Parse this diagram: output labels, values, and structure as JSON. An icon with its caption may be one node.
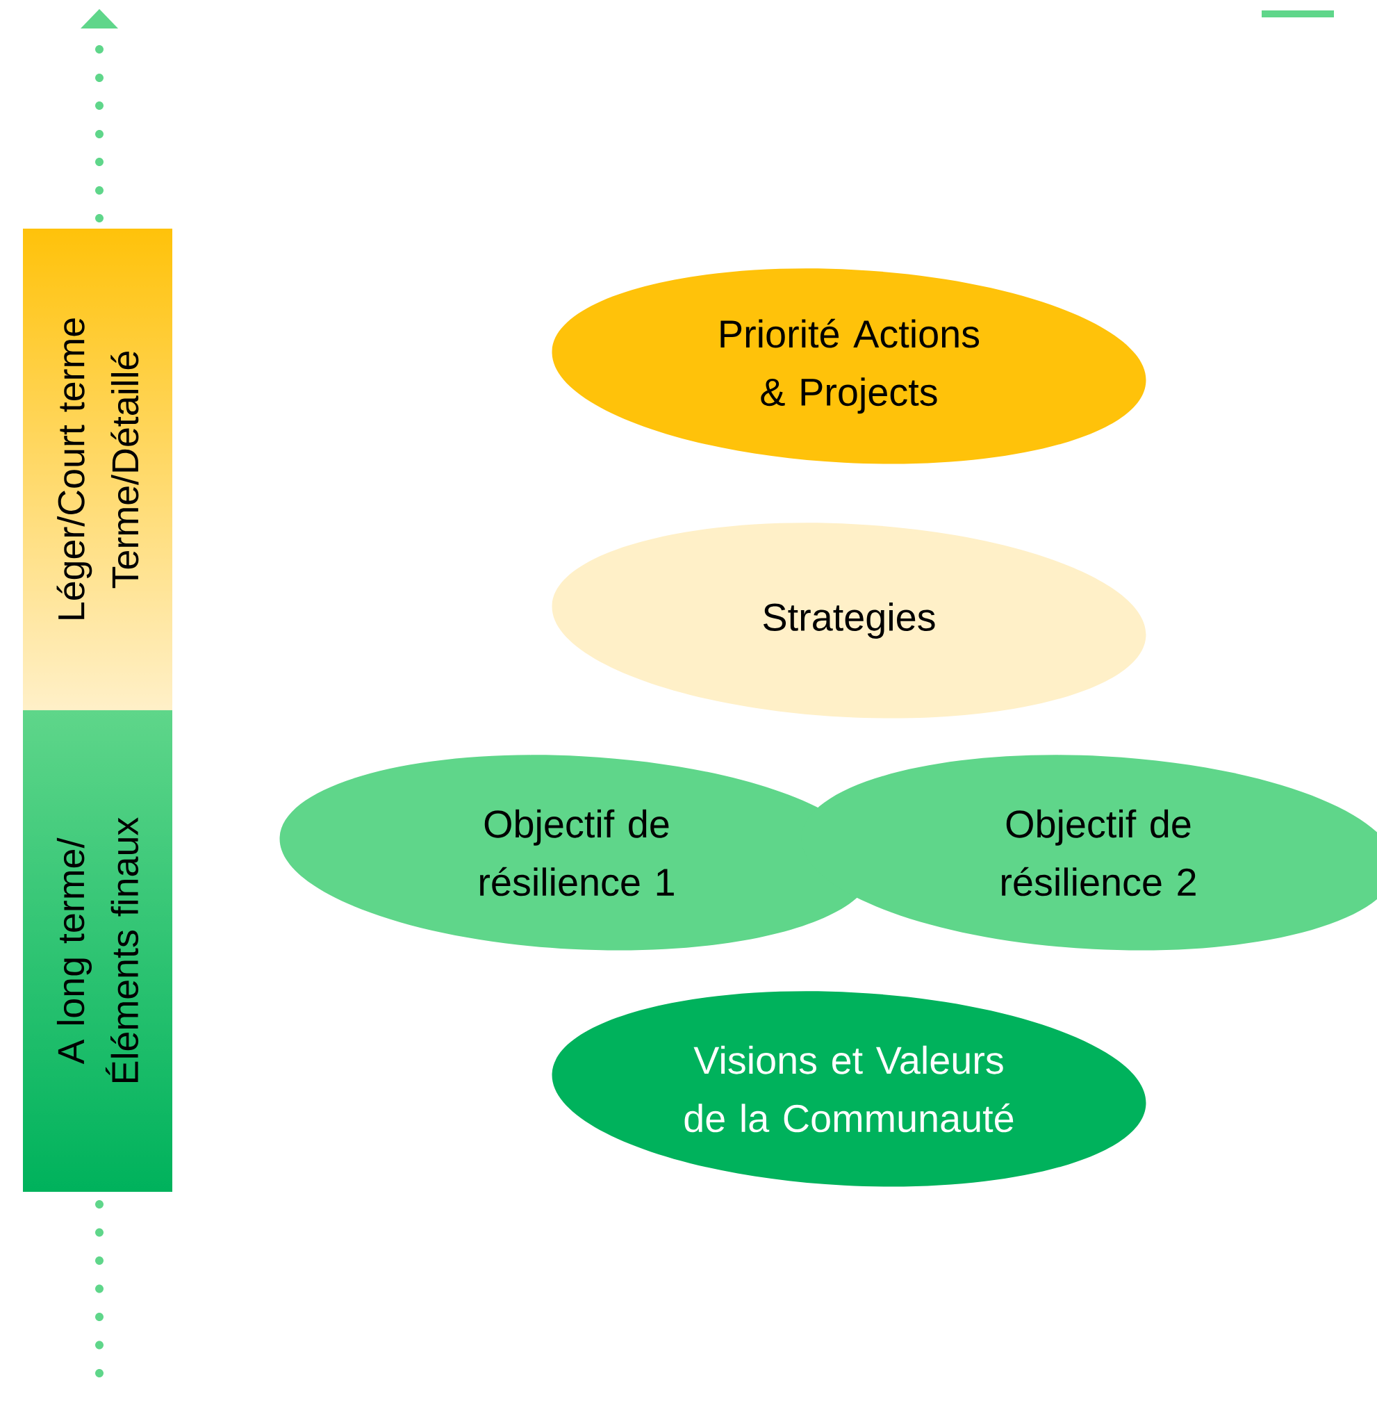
{
  "diagram": {
    "nodes": [
      {
        "text": [
          "Léger/Court terme Terme/Détaillé"
        ]
      },
      {
        "text": [
          "A long terme/ Éléments finaux"
        ]
      },
      {
        "text": [
          "Priorité Actions & Projects"
        ]
      },
      {
        "text": [
          "Strategies"
        ]
      },
      {
        "text": [
          "Objectif de résilience 1"
        ]
      },
      {
        "text": [
          "Objectif de résilience 2"
        ]
      },
      {
        "text": [
          "Visions et Valeurs de la Communauté"
        ]
      }
    ]
  }
}
